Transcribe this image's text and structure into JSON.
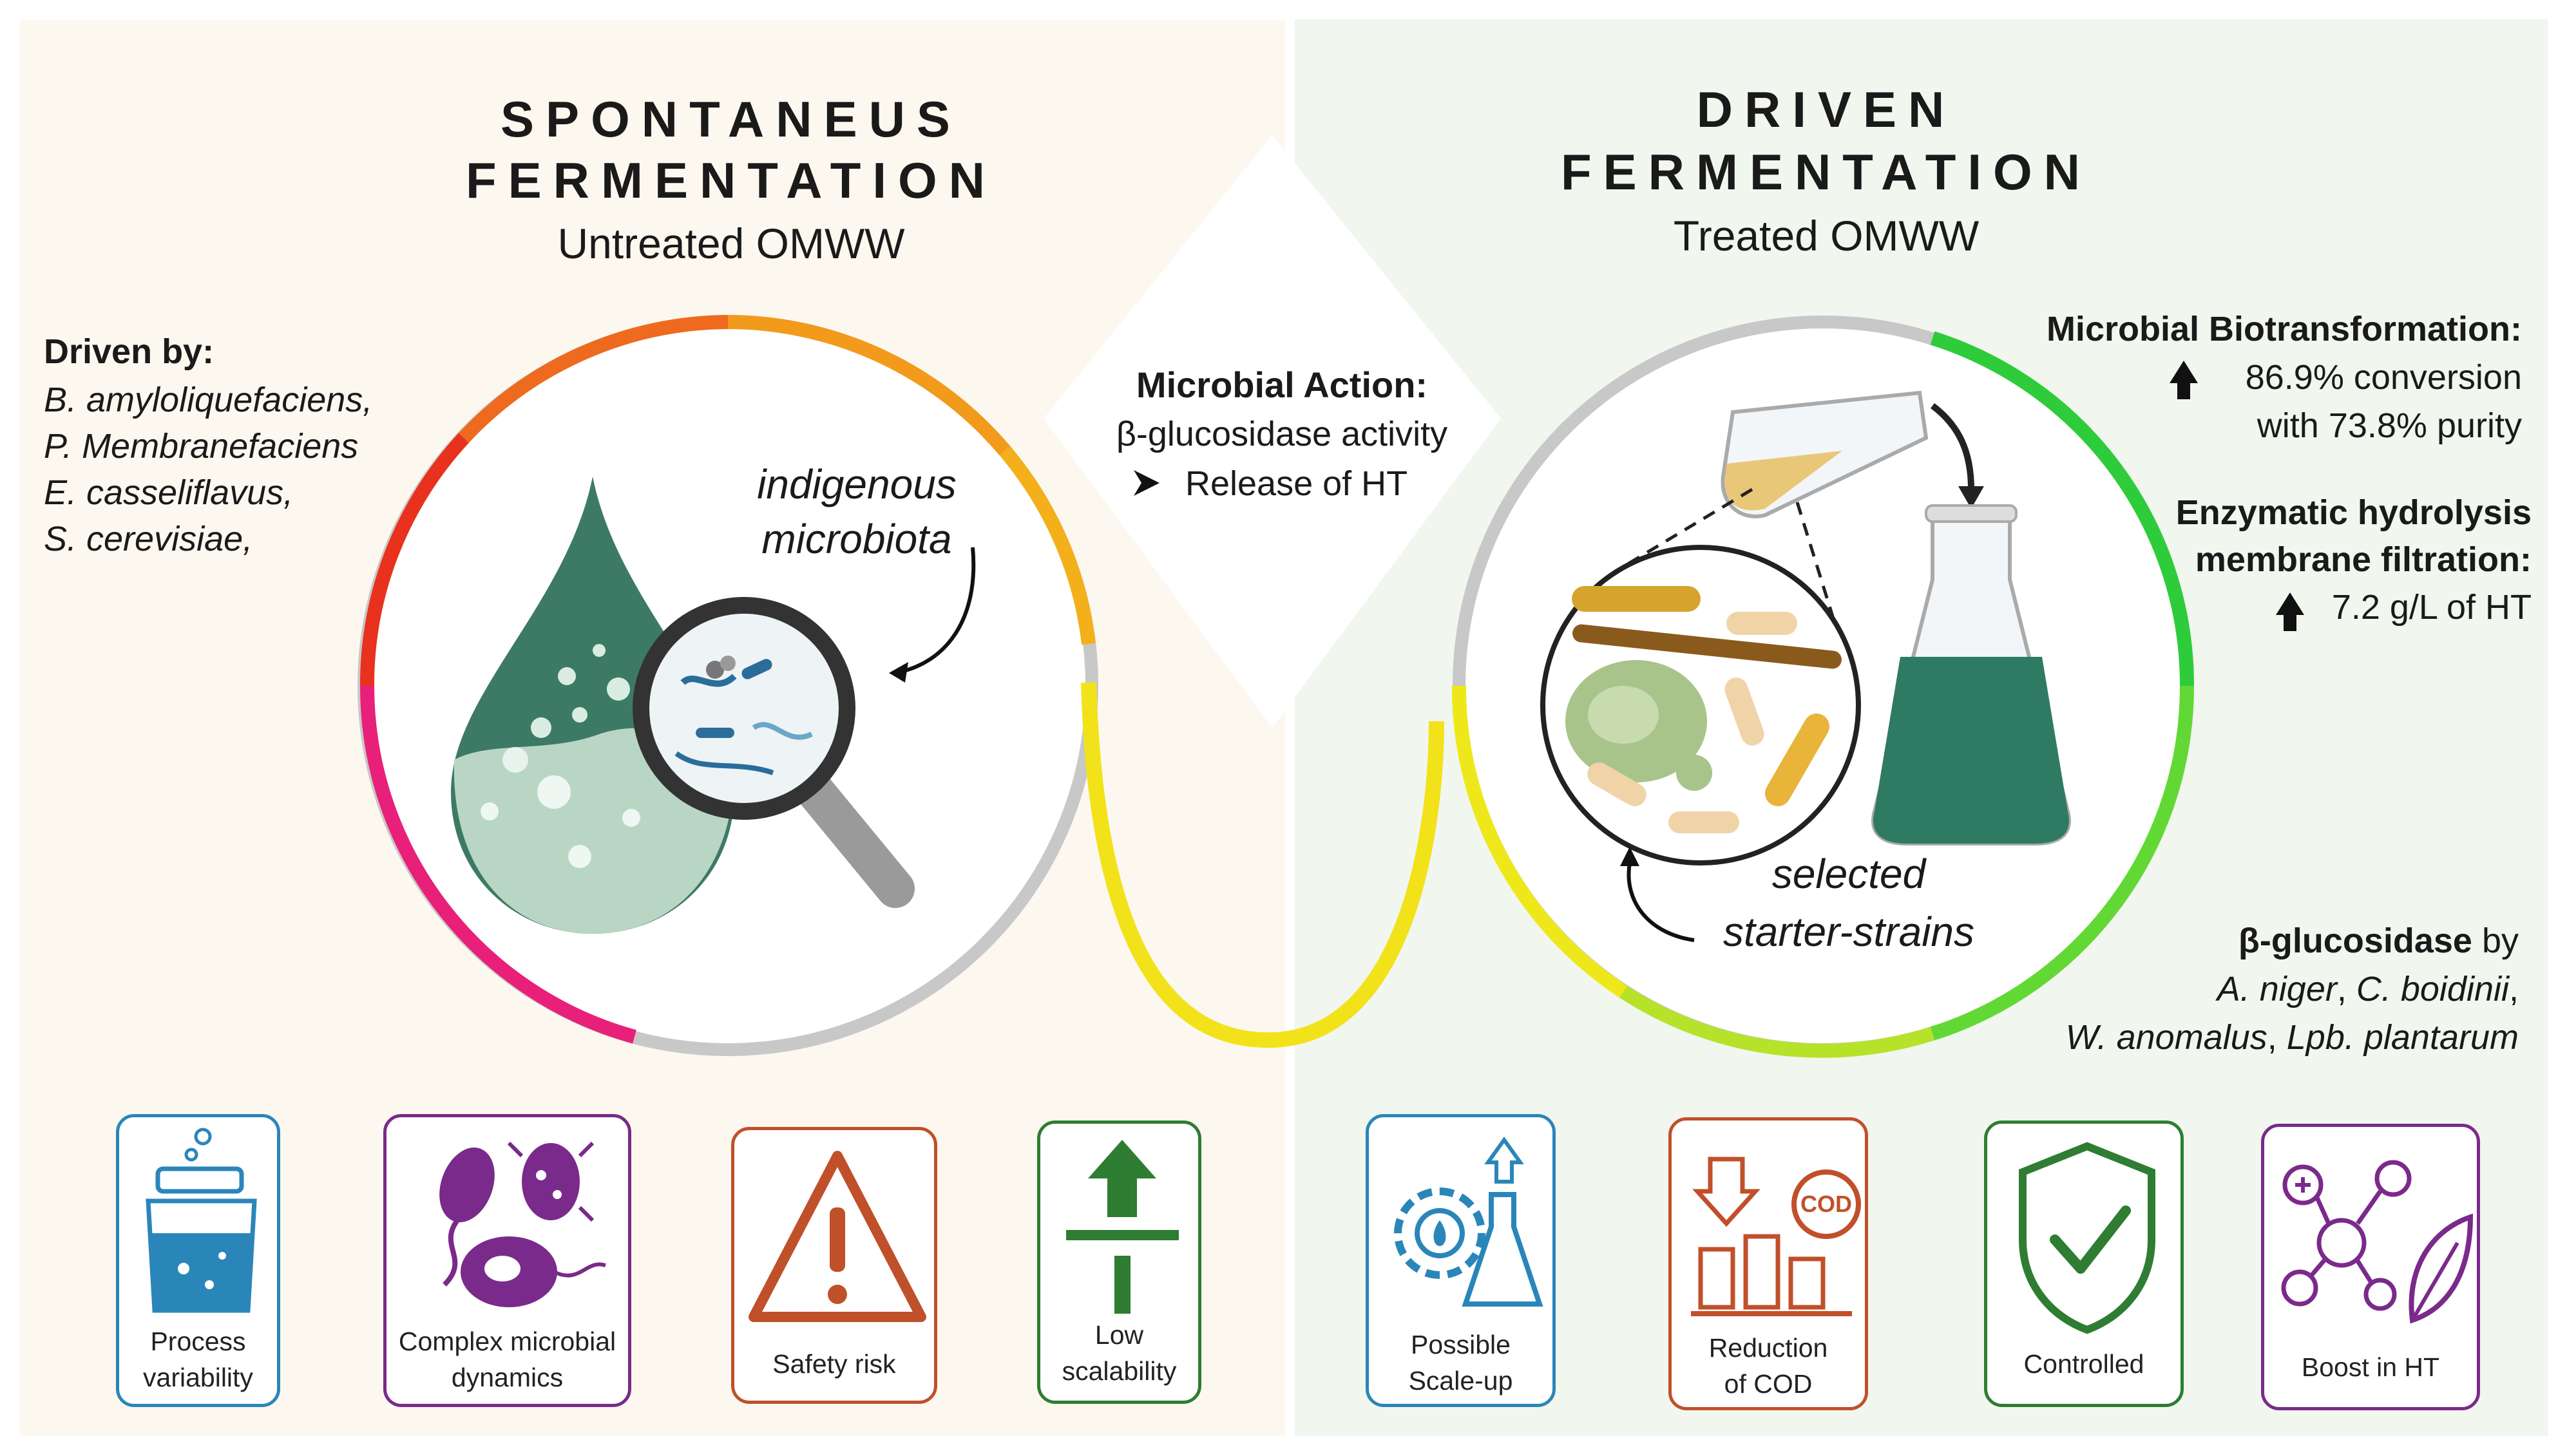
{
  "left": {
    "title_line1": "SPONTANEUS",
    "title_line2": "FERMENTATION",
    "subtitle": "Untreated OMWW",
    "driven_by_label": "Driven by:",
    "organisms": [
      "B. amyloliquefaciens,",
      "P. Membranefaciens",
      "E. casseliflavus,",
      "S. cerevisiae,"
    ],
    "circle_label_line1": "indigenous",
    "circle_label_line2": "microbiota"
  },
  "center": {
    "heading": "Microbial Action:",
    "line1": "β-glucosidase activity",
    "line2": "Release of HT"
  },
  "right": {
    "title_line1": "DRIVEN",
    "title_line2": "FERMENTATION",
    "subtitle": "Treated OMWW",
    "biotrans_heading": "Microbial Biotransformation:",
    "biotrans_line1": "86.9% conversion",
    "biotrans_line2": "with 73.8% purity",
    "enzymatic_heading_line1": "Enzymatic hydrolysis",
    "enzymatic_heading_line2": "membrane filtration:",
    "enzymatic_value": "7.2 g/L of HT",
    "glucosidase_bold": "β-glucosidase",
    "glucosidase_by": " by",
    "glucosidase_line2_a": "A. niger",
    "glucosidase_line2_b": ", ",
    "glucosidase_line2_c": "C. boidinii",
    "glucosidase_line2_d": ",",
    "glucosidase_line3_a": "W. anomalus",
    "glucosidase_line3_b": ", ",
    "glucosidase_line3_c": "Lpb. plantarum",
    "circle_label_line1": "selected",
    "circle_label_line2": "starter-strains"
  },
  "cards": [
    {
      "label": "Process\nvariability",
      "color": "#2a86b9",
      "icon": "jar-icon"
    },
    {
      "label": "Complex microbial\ndynamics",
      "color": "#7a2a8a",
      "icon": "microbes-icon"
    },
    {
      "label": "Safety risk",
      "color": "#c0502a",
      "icon": "warning-icon"
    },
    {
      "label": "Low\nscalability",
      "color": "#2e7d32",
      "icon": "scale-arrow-icon"
    },
    {
      "label": "Possible\nScale-up",
      "color": "#2a86b9",
      "icon": "gear-flask-icon"
    },
    {
      "label": "Reduction\nof COD",
      "color": "#c0502a",
      "icon": "cod-chart-icon"
    },
    {
      "label": "Controlled",
      "color": "#2e7d32",
      "icon": "shield-check-icon"
    },
    {
      "label": "Boost in HT",
      "color": "#7a2a8a",
      "icon": "molecule-leaf-icon"
    }
  ],
  "cod_badge": "COD",
  "colors": {
    "left_bg": "#fdf8f0",
    "right_bg": "#f2f7ef",
    "drop_dark": "#3d7a66",
    "drop_light": "#b9d6c4",
    "flask_liquid": "#2f7a62",
    "beaker_liquid": "#e8c878"
  }
}
